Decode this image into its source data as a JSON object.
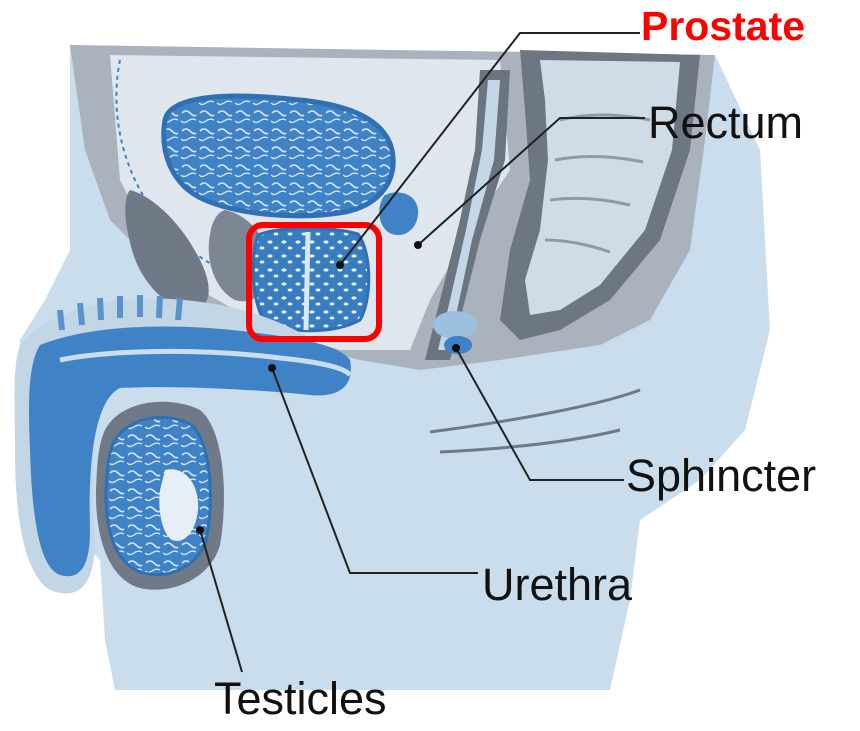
{
  "labels": {
    "prostate": "Prostate",
    "rectum": "Rectum",
    "sphincter": "Sphincter",
    "urethra": "Urethra",
    "testicles": "Testicles"
  },
  "colors": {
    "highlight": "#ff0000",
    "highlight_text": "#ff0000",
    "label_text": "#111111",
    "tissue_light": "#c8dcec",
    "tissue_mid": "#a9c4dc",
    "organ_blue": "#3f82c5",
    "organ_dark": "#2f6fb3",
    "wall_gray": "#6f7a86",
    "leader_line": "#222222"
  }
}
